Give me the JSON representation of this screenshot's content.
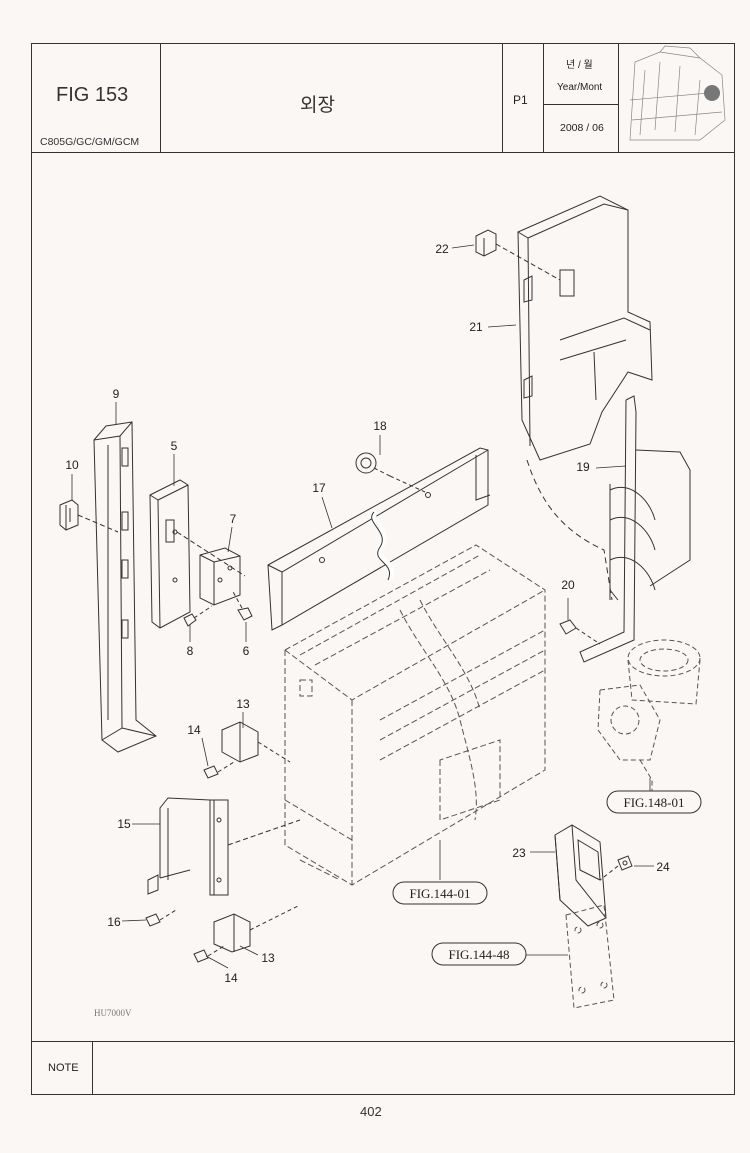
{
  "header": {
    "fig": "FIG 153",
    "model": "C805G/GC/GM/GCM",
    "title": "외장",
    "page_code": "P1",
    "year_month_ko": "년 / 월",
    "year_month_en": "Year/Mont",
    "year_month_value": "2008 / 06"
  },
  "callouts": [
    "9",
    "10",
    "5",
    "7",
    "8",
    "6",
    "18",
    "17",
    "22",
    "21",
    "19",
    "20",
    "13",
    "14",
    "15",
    "16",
    "13",
    "14",
    "23",
    "24"
  ],
  "fig_refs": [
    "FIG.148-01",
    "FIG.144-01",
    "FIG.144-48"
  ],
  "drawing_code": "HU7000V",
  "note_label": "NOTE",
  "page_number": "402"
}
